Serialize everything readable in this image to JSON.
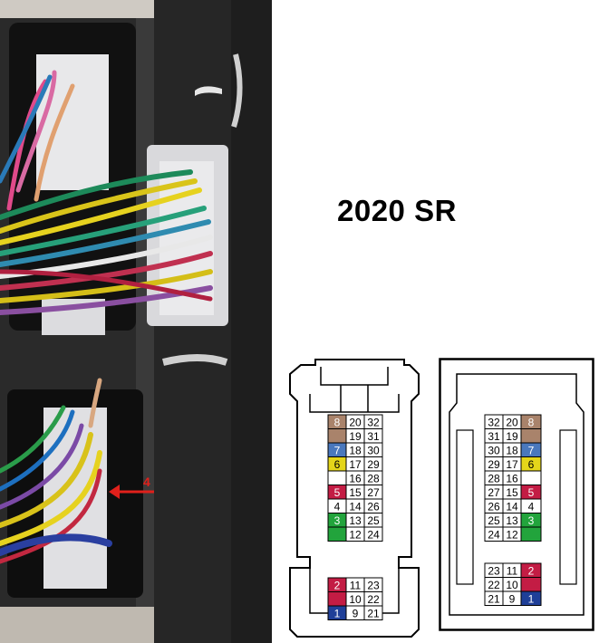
{
  "title": "2020 SR",
  "photo": {
    "arrow_label": "4"
  },
  "colors": {
    "brown": "#a9836b",
    "blue": "#4a78bd",
    "yellow": "#e4d51a",
    "red": "#c31c44",
    "green": "#22a43c",
    "navy": "#1f3f98",
    "white": "#ffffff"
  },
  "left_connector": {
    "rows": [
      {
        "color_pin": "8",
        "color": "brown",
        "a": "20",
        "b": "32"
      },
      {
        "color_pin": "",
        "color": "brown",
        "a": "19",
        "b": "31"
      },
      {
        "color_pin": "7",
        "color": "blue",
        "a": "18",
        "b": "30"
      },
      {
        "color_pin": "6",
        "color": "yellow",
        "a": "17",
        "b": "29"
      },
      {
        "color_pin": "",
        "color": "",
        "a": "16",
        "b": "28"
      },
      {
        "color_pin": "5",
        "color": "red",
        "a": "15",
        "b": "27"
      },
      {
        "color_pin": "4",
        "color": "white",
        "a": "14",
        "b": "26"
      },
      {
        "color_pin": "3",
        "color": "green",
        "a": "13",
        "b": "25"
      },
      {
        "color_pin": "",
        "color": "green",
        "a": "12",
        "b": "24"
      }
    ],
    "lower_rows": [
      {
        "color_pin": "2",
        "color": "red",
        "a": "11",
        "b": "23"
      },
      {
        "color_pin": "",
        "color": "red",
        "a": "10",
        "b": "22"
      },
      {
        "color_pin": "1",
        "color": "navy",
        "a": "9",
        "b": "21"
      }
    ]
  },
  "right_connector": {
    "rows": [
      {
        "a": "32",
        "b": "20",
        "color_pin": "8",
        "color": "brown"
      },
      {
        "a": "31",
        "b": "19",
        "color_pin": "",
        "color": "brown"
      },
      {
        "a": "30",
        "b": "18",
        "color_pin": "7",
        "color": "blue"
      },
      {
        "a": "29",
        "b": "17",
        "color_pin": "6",
        "color": "yellow"
      },
      {
        "a": "28",
        "b": "16",
        "color_pin": "",
        "color": ""
      },
      {
        "a": "27",
        "b": "15",
        "color_pin": "5",
        "color": "red"
      },
      {
        "a": "26",
        "b": "14",
        "color_pin": "4",
        "color": "white"
      },
      {
        "a": "25",
        "b": "13",
        "color_pin": "3",
        "color": "green"
      },
      {
        "a": "24",
        "b": "12",
        "color_pin": "",
        "color": "green"
      }
    ],
    "lower_rows": [
      {
        "a": "23",
        "b": "11",
        "color_pin": "2",
        "color": "red"
      },
      {
        "a": "22",
        "b": "10",
        "color_pin": "",
        "color": "red"
      },
      {
        "a": "21",
        "b": "9",
        "color_pin": "1",
        "color": "navy"
      }
    ]
  }
}
